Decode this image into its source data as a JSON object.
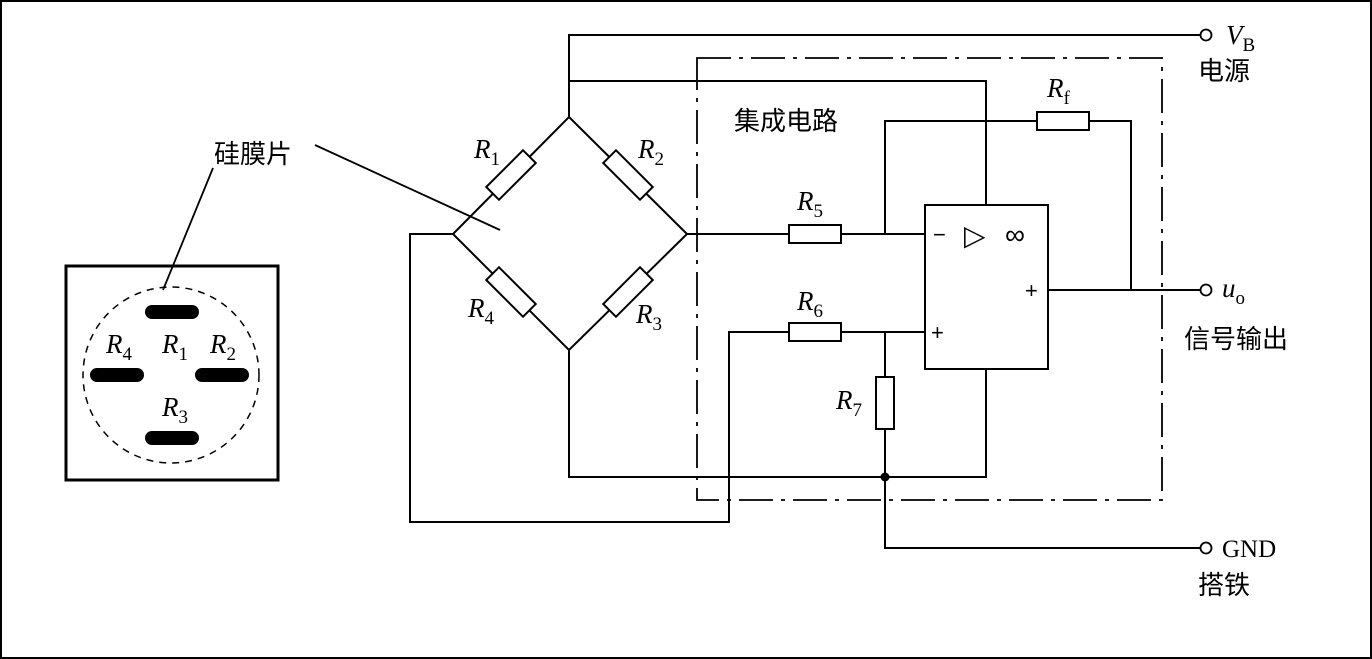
{
  "labels": {
    "diaphragm": "硅膜片",
    "integrated_circuit": "集成电路",
    "power": "电源",
    "signal_output": "信号输出",
    "ground": "搭铁"
  },
  "terminals": {
    "vb": {
      "symbol": "V",
      "sub": "B"
    },
    "uo": {
      "symbol": "u",
      "sub": "o"
    },
    "gnd": {
      "text": "GND"
    }
  },
  "resistors": {
    "r1": {
      "symbol": "R",
      "sub": "1"
    },
    "r2": {
      "symbol": "R",
      "sub": "2"
    },
    "r3": {
      "symbol": "R",
      "sub": "3"
    },
    "r4": {
      "symbol": "R",
      "sub": "4"
    },
    "r5": {
      "symbol": "R",
      "sub": "5"
    },
    "r6": {
      "symbol": "R",
      "sub": "6"
    },
    "r7": {
      "symbol": "R",
      "sub": "7"
    },
    "rf": {
      "symbol": "R",
      "sub": "f"
    }
  },
  "opamp": {
    "minus": "−",
    "plus_in": "+",
    "plus_out": "+",
    "triangle": "▷",
    "gain": "∞"
  }
}
